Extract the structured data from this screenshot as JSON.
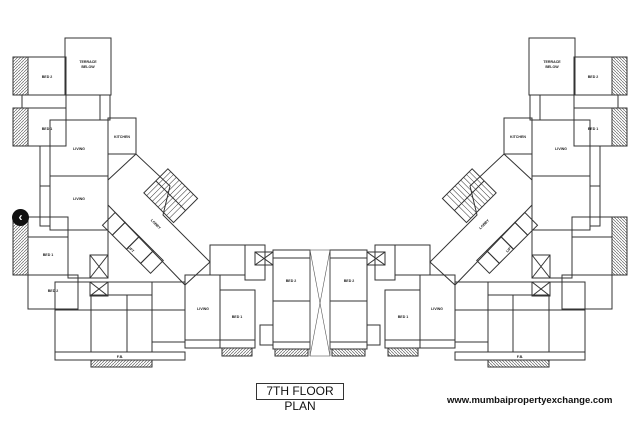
{
  "plan": {
    "title": "7TH  FLOOR PLAN",
    "watermark": "www.mumbaipropertyexchange.com",
    "labels": {
      "terrace": "TERRACE",
      "below": "BELOW",
      "lobby": "LOBBY",
      "lift": "LIFT",
      "bed1": "BED 1",
      "bed2": "BED 2",
      "living": "LIVING",
      "kitchen": "KITCHEN",
      "fb": "F.B."
    }
  },
  "viewer": {
    "prev_icon": "chevron-left-icon",
    "prev_glyph": "‹"
  },
  "colors": {
    "lines": "#333333",
    "hatch": "#666666"
  }
}
